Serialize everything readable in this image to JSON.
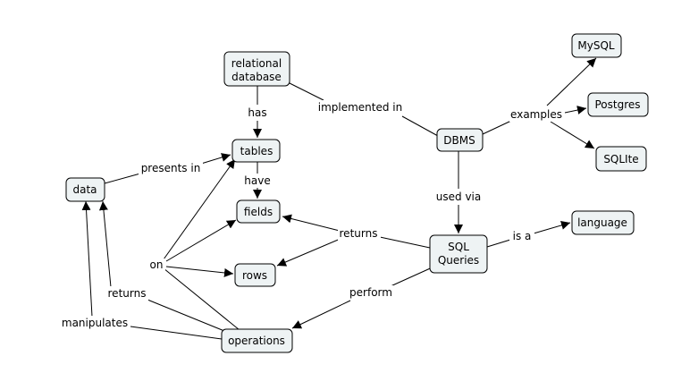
{
  "concepts": {
    "relational_database": [
      "relational",
      "database"
    ],
    "tables": "tables",
    "fields": "fields",
    "rows": "rows",
    "data": "data",
    "operations": "operations",
    "dbms": "DBMS",
    "sql_queries": [
      "SQL",
      "Queries"
    ],
    "language": "language",
    "mysql": "MySQL",
    "postgres": "Postgres",
    "sqlite": "SQLIte"
  },
  "links": {
    "has": "has",
    "have": "have",
    "presents_in": "presents in",
    "implemented_in": "implemented in",
    "examples": "examples",
    "used_via": "used via",
    "returns_fields": "returns",
    "is_a": "is a",
    "on": "on",
    "returns_data": "returns",
    "perform": "perform",
    "manipulates": "manipulates"
  },
  "colors": {
    "node_fill": "#eef3f4",
    "stroke": "#000000"
  }
}
